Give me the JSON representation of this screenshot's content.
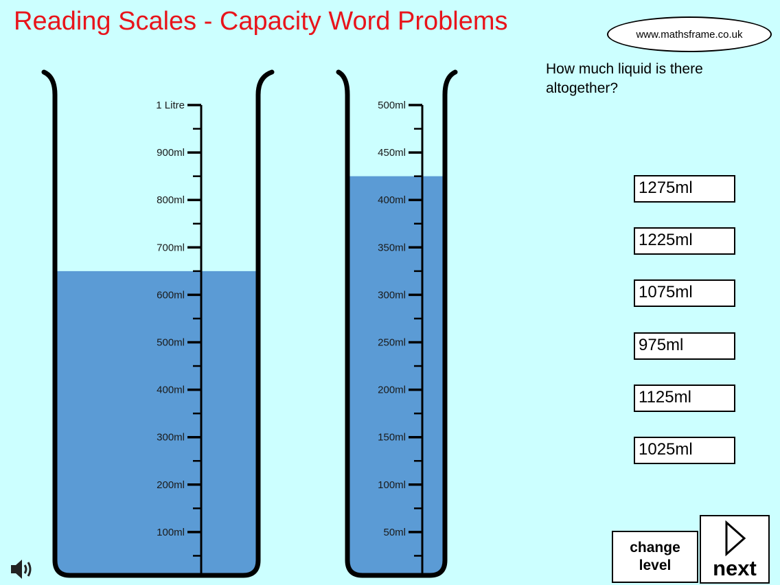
{
  "title": "Reading Scales - Capacity Word Problems",
  "site": "www.mathsframe.co.uk",
  "question": "How much liquid is there altogether?",
  "beakers": [
    {
      "name": "large",
      "labels": [
        "1 Litre",
        "900ml",
        "800ml",
        "700ml",
        "600ml",
        "500ml",
        "400ml",
        "300ml",
        "200ml",
        "100ml"
      ],
      "fill_ml": 650,
      "max_ml": 1000
    },
    {
      "name": "small",
      "labels": [
        "500ml",
        "450ml",
        "400ml",
        "350ml",
        "300ml",
        "250ml",
        "200ml",
        "150ml",
        "100ml",
        "50ml"
      ],
      "fill_ml": 425,
      "max_ml": 500
    }
  ],
  "answers": [
    "1275ml",
    "1225ml",
    "1075ml",
    "975ml",
    "1125ml",
    "1025ml"
  ],
  "change_level": "change level",
  "next": "next",
  "icons": {
    "sound": "speaker-icon",
    "next": "play-triangle-icon"
  },
  "colors": {
    "background": "#ccffff",
    "title": "#e8141b",
    "liquid": "#5b9bd5"
  }
}
